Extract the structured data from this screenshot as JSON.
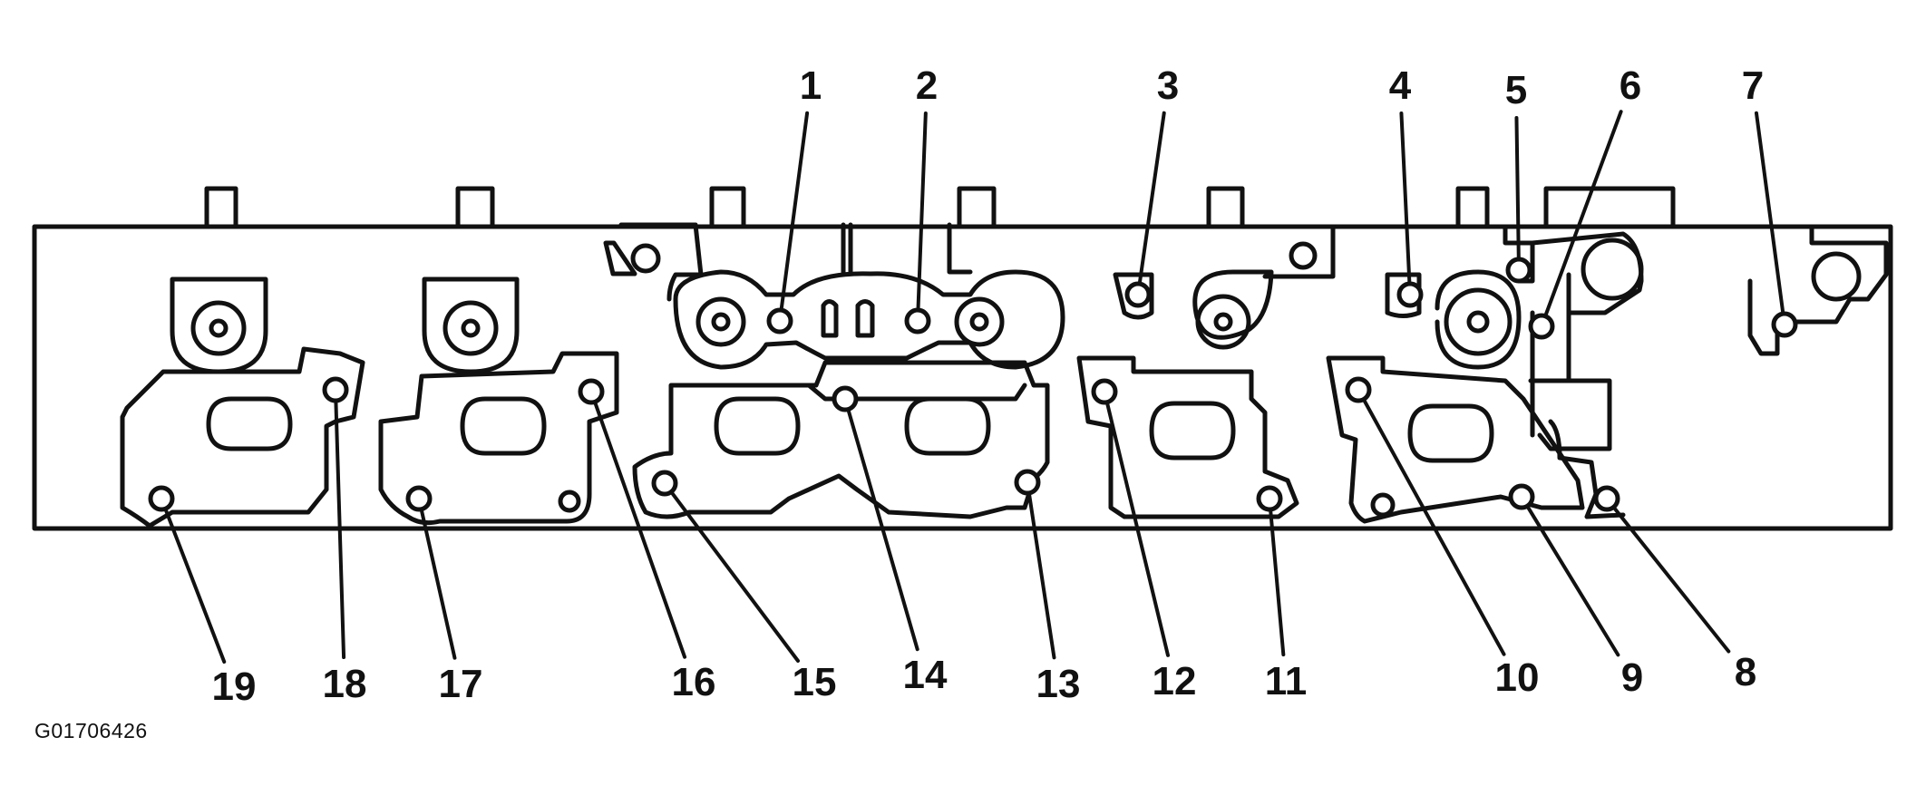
{
  "figure_id": "G01706426",
  "callouts": [
    {
      "label": "1",
      "target": "bolt-1"
    },
    {
      "label": "2",
      "target": "bolt-2"
    },
    {
      "label": "3",
      "target": "bolt-3"
    },
    {
      "label": "4",
      "target": "bolt-4"
    },
    {
      "label": "5",
      "target": "bolt-5"
    },
    {
      "label": "6",
      "target": "bolt-6"
    },
    {
      "label": "7",
      "target": "bolt-7"
    },
    {
      "label": "8",
      "target": "bolt-8"
    },
    {
      "label": "9",
      "target": "bolt-9"
    },
    {
      "label": "10",
      "target": "bolt-10"
    },
    {
      "label": "11",
      "target": "bolt-11"
    },
    {
      "label": "12",
      "target": "bolt-12"
    },
    {
      "label": "13",
      "target": "bolt-13"
    },
    {
      "label": "14",
      "target": "bolt-14"
    },
    {
      "label": "15",
      "target": "bolt-15"
    },
    {
      "label": "16",
      "target": "bolt-16"
    },
    {
      "label": "17",
      "target": "bolt-17"
    },
    {
      "label": "18",
      "target": "bolt-18"
    },
    {
      "label": "19",
      "target": "bolt-19"
    }
  ],
  "colors": {
    "line": "#111111",
    "background": "#ffffff"
  }
}
